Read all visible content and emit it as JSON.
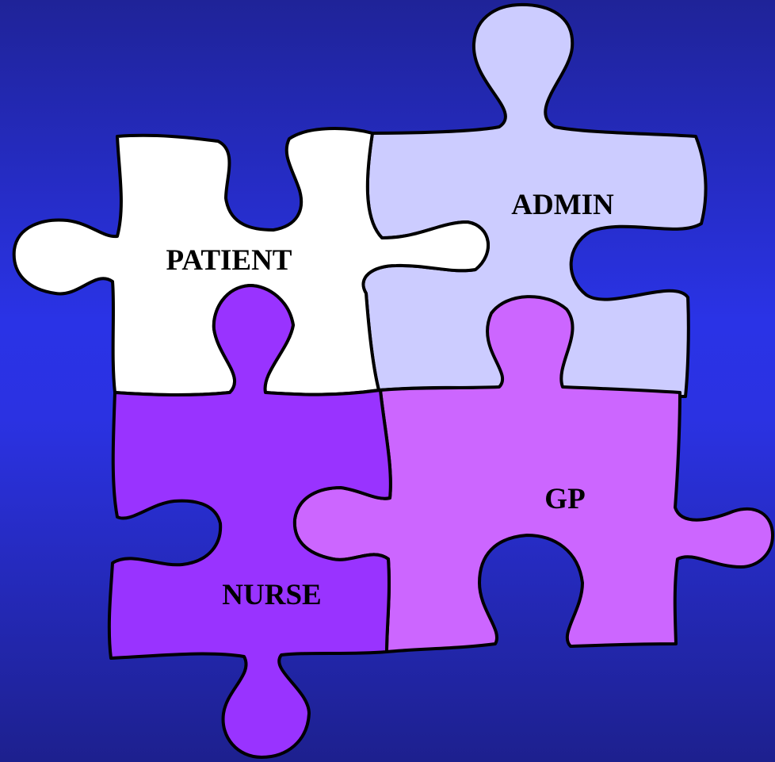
{
  "diagram": {
    "pieces": [
      {
        "id": "patient",
        "label": "PATIENT",
        "color": "#ffffff"
      },
      {
        "id": "admin",
        "label": "ADMIN",
        "color": "#ccccff"
      },
      {
        "id": "nurse",
        "label": "NURSE",
        "color": "#9933ff"
      },
      {
        "id": "gp",
        "label": "GP",
        "color": "#cc66ff"
      }
    ]
  }
}
